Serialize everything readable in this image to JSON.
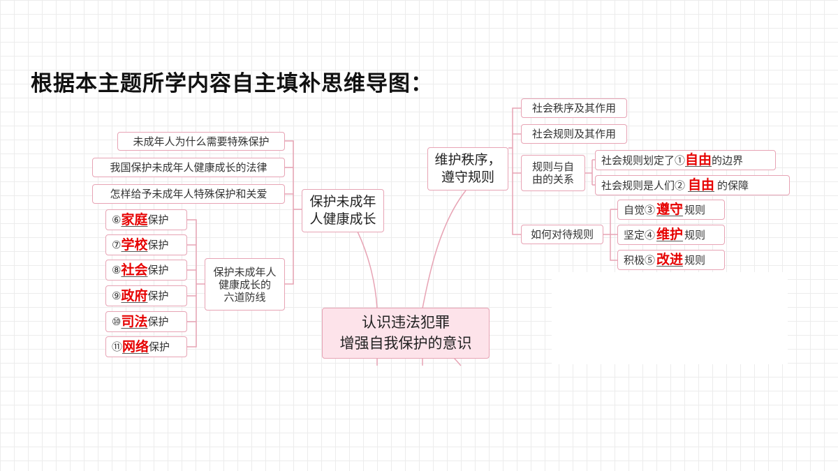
{
  "title": "根据本主题所学内容自主填补思维导图：",
  "center": {
    "line1": "认识违法犯罪",
    "line2": "增强自我保护的意识"
  },
  "left": {
    "branch": {
      "line1": "保护未成年",
      "line2": "人健康成长"
    },
    "questions": [
      "未成年人为什么需要特殊保护",
      "我国保护未成年人健康成长的法律",
      "怎样给予未成年人特殊保护和关爱"
    ],
    "defense": {
      "line1": "保护未成年人",
      "line2": "健康成长的",
      "line3": "六道防线"
    },
    "lines": [
      {
        "num": "⑥",
        "answer": "家庭",
        "suffix": "保护"
      },
      {
        "num": "⑦",
        "answer": "学校",
        "suffix": "保护"
      },
      {
        "num": "⑧",
        "answer": "社会",
        "suffix": "保护"
      },
      {
        "num": "⑨",
        "answer": "政府",
        "suffix": "保护"
      },
      {
        "num": "⑩",
        "answer": "司法",
        "suffix": "保护"
      },
      {
        "num": "⑪",
        "answer": "网络",
        "suffix": "保护"
      }
    ]
  },
  "right": {
    "branch": {
      "line1": "维护秩序，",
      "line2": "遵守规则"
    },
    "items": {
      "order": "社会秩序及其作用",
      "rules": "社会规则及其作用",
      "relation": {
        "line1": "规则与自",
        "line2": "由的关系"
      },
      "treat": "如何对待规则"
    },
    "relation_children": [
      {
        "prefix": "社会规则划定了①",
        "answer": "自由",
        "suffix": "的边界"
      },
      {
        "prefix": "社会规则是人们②",
        "answer": "自由",
        "suffix": "的保障"
      }
    ],
    "treat_children": [
      {
        "prefix": "自觉③",
        "answer": "遵守",
        "suffix": "规则"
      },
      {
        "prefix": "坚定④",
        "answer": "维护",
        "suffix": "规则"
      },
      {
        "prefix": "积极⑤",
        "answer": "改进",
        "suffix": "规则"
      }
    ]
  }
}
